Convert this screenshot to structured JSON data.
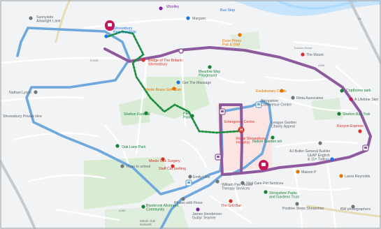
{
  "colors": {
    "map_bg": "#f1f3f4",
    "park": "#cfe8c8",
    "campus": "#fde1e1",
    "water": "#aadaff",
    "blue_route": "#6fa8dc",
    "purple_route": "#8e5a9e",
    "green_walk": "#1e8e3e",
    "frame_border": "#a8acb0",
    "pin": "#c2185b"
  },
  "labels": {
    "woolley": "Woolley",
    "sunnyside": "Sunnyside\nArkwright Lane",
    "shrewsbury_park_ride": "Shrewsbury\nPark and Ride",
    "margam": "Margam",
    "dose_priory": "Dose Priory\nPub & Grill",
    "bus_stop_top": "Bus Stop",
    "tuckers_mount": "Tuckers Mount",
    "the_mount": "The Mount",
    "bridge_depot": "Bridge of The Britanic\nShrewsbury",
    "meadow_playground": "Meadow Way\nPlayground",
    "get_the_massage": "Get The Massage",
    "nathan_lynch": "Nathan Lynch",
    "golf_club": "Meole Brace Golf Club",
    "shrewsbury_private_hire": "Shrewsbury Private Hire",
    "shelton_football": "Shelton Football",
    "park_point": "Park\nPoint",
    "evolutionary_cards": "Evolutionary Cards",
    "shropshire_conference": "Shropshire\nConference Centre",
    "rinta_associates": "Rinta Associates",
    "copthorne_park": "Copthorne park",
    "lifetime_skin": "A Lifetime Skin",
    "shelton_bay": "Shelton Bay Trek",
    "royal_shrewsbury": "Royal Shrewsbury\nHospital",
    "emergency_centre": "Emergency Centre",
    "league_garden": "League Garden\nCharity Appeal",
    "nature_garden": "Nature Garden ish",
    "aj_builder": "AJ Butler General Builder",
    "leap_english": "LEAP English\n& 11+ Tuition",
    "dak_lane_park": "Oak Lane Park",
    "meole_oak_surgery": "Meole Oak Surgery",
    "staff_car_parking": "Staff Car parking",
    "ryan_to_school": "Ryan to school",
    "vital_care": "Vital Care Pet Services",
    "the_grill_bar": "The Grill Bar",
    "maison_p": "Maison P",
    "laura_reynolds": "Laura Reynolds",
    "emily_lillie": "Emily Lillie",
    "william_parr_house": "William Parr House\nTherapy Services",
    "phales_with_fines": "Phales with Fines",
    "shropshire_parks": "Shropshire Parks\nand Gardens Trust",
    "positive_steps": "Positive Steps Shropshire",
    "bluebrook_allotment": "Bluebrook Allotment\nCommunity",
    "james_henderson": "James Henderson\nGuitar Teacher",
    "meole_oak_network": "Meole Oak\nNetwork",
    "kenyon_express": "Kenyon Express",
    "bw_photographers": "BW photographers",
    "road_a458": "A458",
    "road_a5": "A5",
    "road_b4386": "B4386",
    "road_a488": "A488"
  }
}
